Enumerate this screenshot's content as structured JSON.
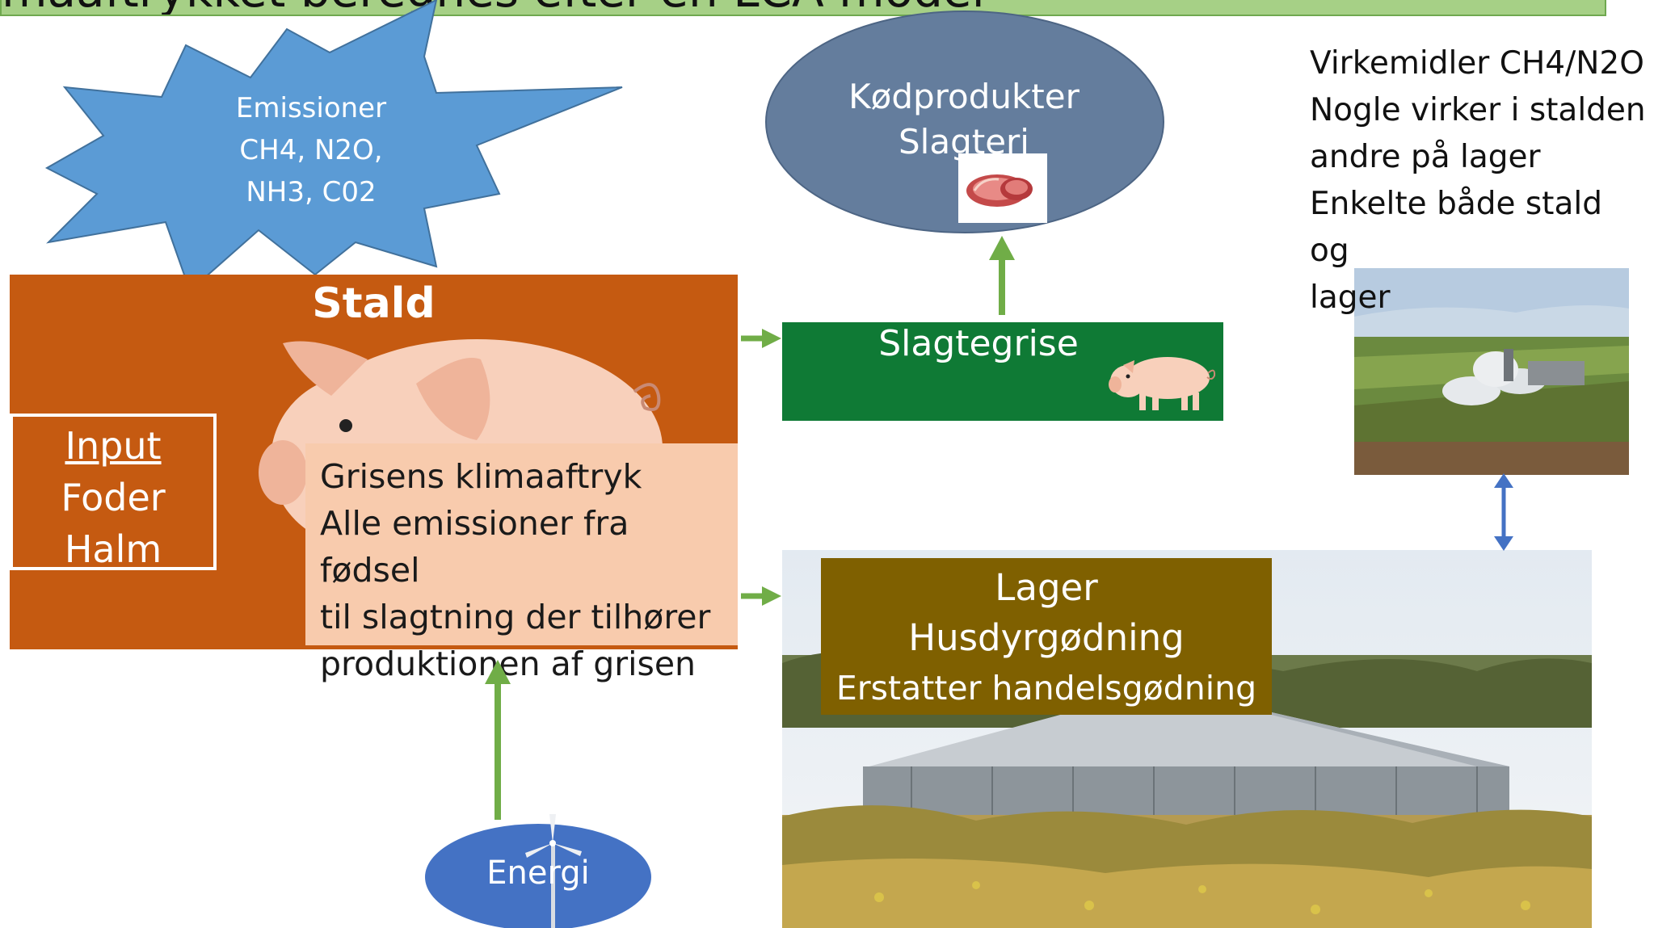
{
  "title": "maaftrykket beregnes efter en LCA model",
  "emissions": {
    "line1": "Emissioner",
    "line2": "CH4, N2O,",
    "line3": "NH3, C02"
  },
  "meat": {
    "line1": "Kødprodukter",
    "line2": "Slagteri"
  },
  "stald": {
    "title": "Stald",
    "input_header": "Input",
    "input_items": [
      "Foder",
      "Halm"
    ],
    "footprint_lines": [
      "Grisens klimaaftryk",
      "Alle emissioner fra fødsel",
      "til slagtning der tilhører",
      "produktionen af grisen"
    ]
  },
  "slagtegrise": {
    "label": "Slagtegrise"
  },
  "lager": {
    "line1": "Lager",
    "line2": "Husdyrgødning",
    "line3": "Erstatter handelsgødning"
  },
  "virkemidler": {
    "lines": [
      "Virkemidler CH4/N2O",
      "Nogle virker i stalden",
      "andre på lager",
      "Enkelte både stald og",
      "lager"
    ]
  },
  "energi": {
    "label": "Energi"
  },
  "colors": {
    "title_bar": "#a6d086",
    "stald": "#c55a11",
    "footprint_box": "#f8cbad",
    "slagtegrise": "#0f7a35",
    "lager": "#7f6000",
    "ellipse_meat": "#647d9d",
    "star": "#5b9bd5",
    "energi": "#4472c4",
    "arrow_green": "#70ad47",
    "arrow_blue": "#4472c4"
  },
  "icons": [
    "pig-icon",
    "meat-icon",
    "wind-turbine-icon"
  ]
}
